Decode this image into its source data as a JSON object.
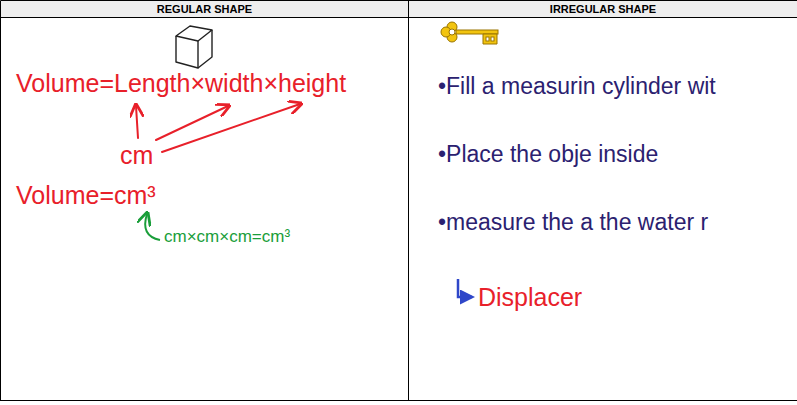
{
  "diagram": {
    "nodes": [
      {
        "text": [
          "REGULAR SHAPE"
        ]
      },
      {
        "text": [
          "IRREGULAR SHAPE"
        ]
      }
    ],
    "labels": [
      "Volume=Length×width×height",
      "cm",
      "Volume=cm³",
      "cm×cm×cm=cm³",
      "•Fill a measurin cylinder wit",
      "•Place the obje inside",
      "•measure the a the water r",
      "Displacer"
    ]
  }
}
